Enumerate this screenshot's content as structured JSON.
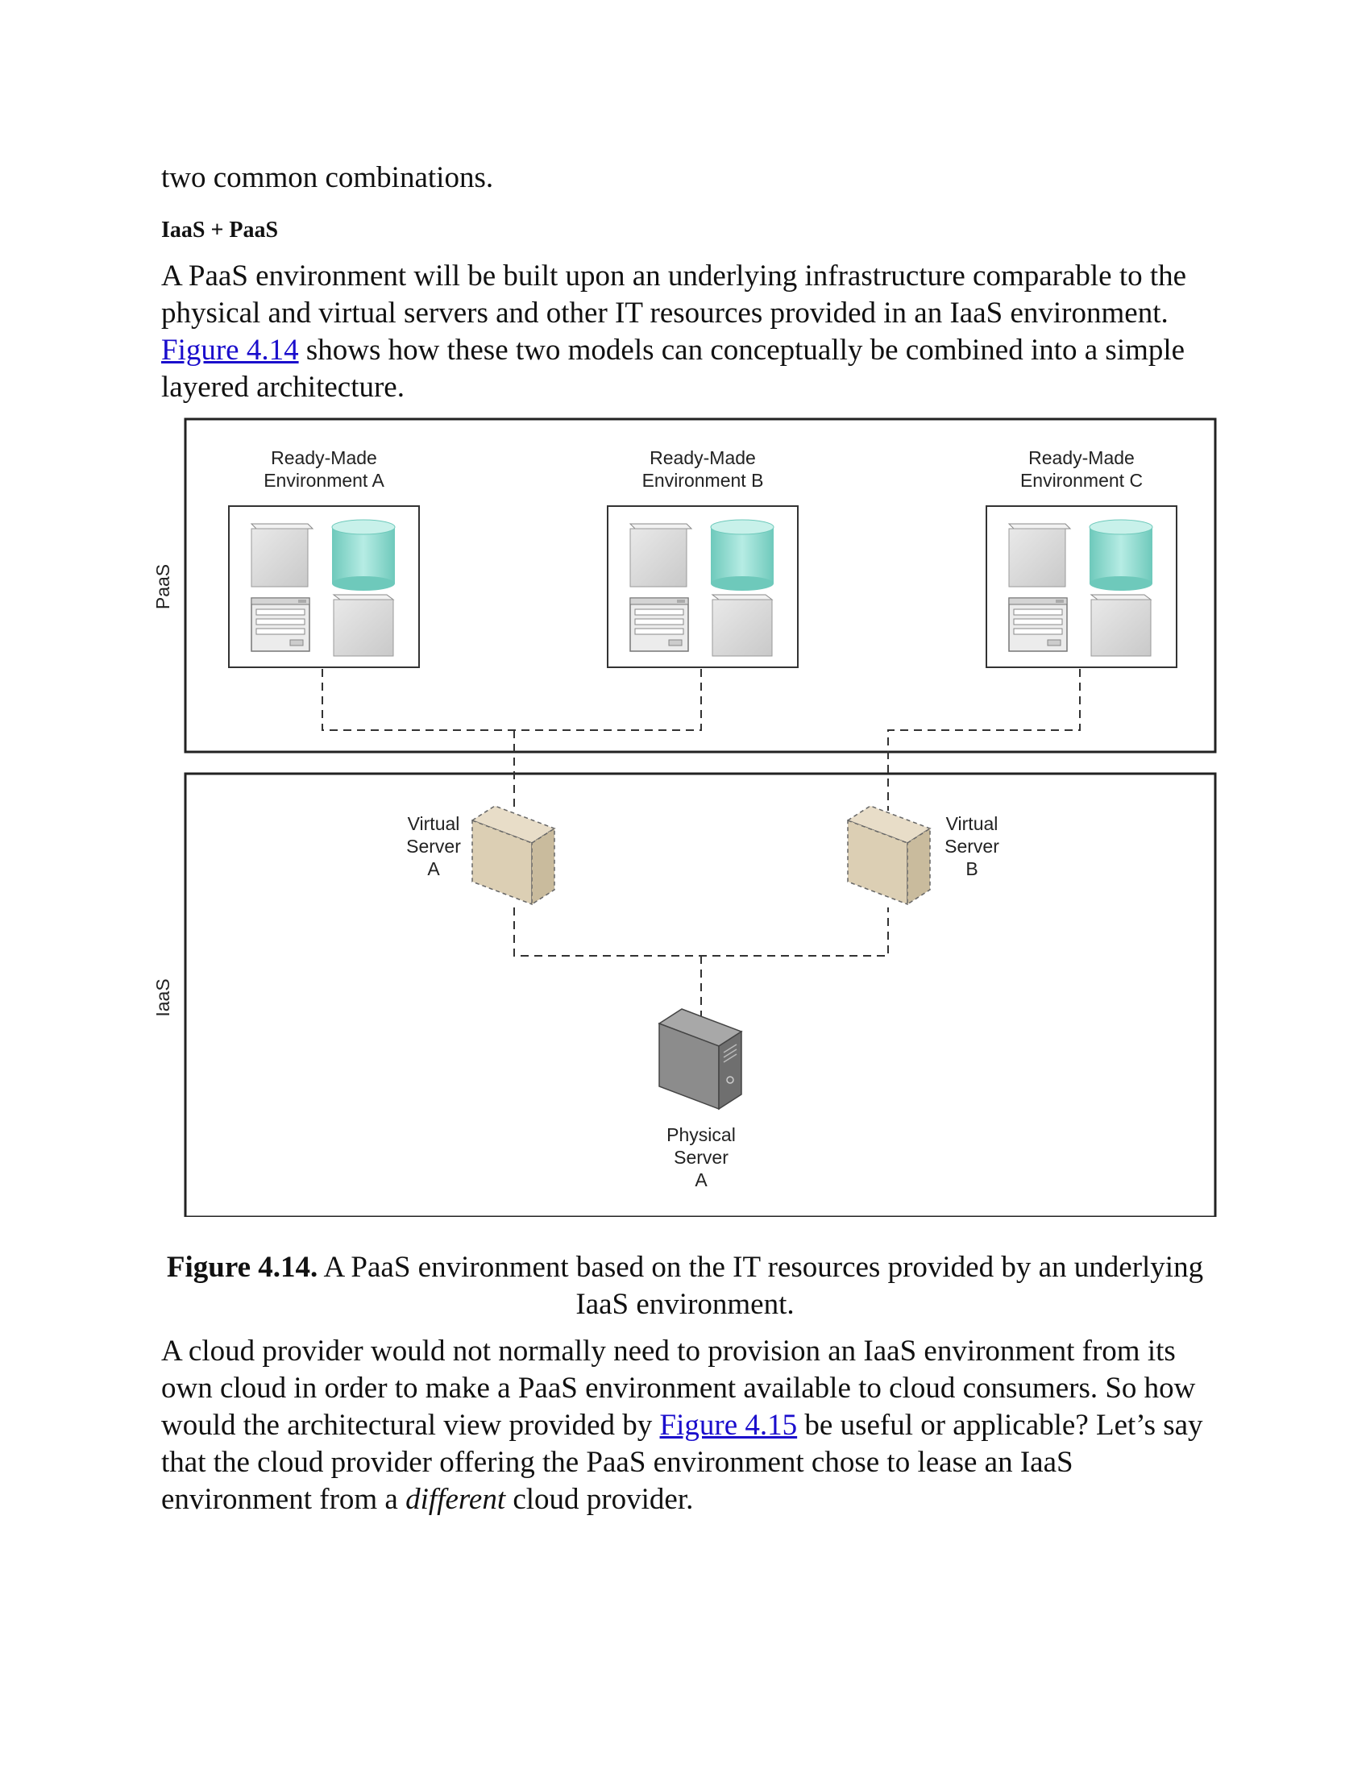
{
  "intro_text": "two common combinations.",
  "heading": "IaaS + PaaS",
  "paragraph1": {
    "before": "A PaaS environment will be built upon an underlying infrastructure comparable to the physical and virtual servers and other IT resources provided in an IaaS environment. ",
    "link": "Figure 4.14",
    "after": " shows how these two models can conceptually be combined into a simple layered architecture."
  },
  "figure": {
    "paas_label": "PaaS",
    "iaas_label": "IaaS",
    "environments": [
      {
        "line1": "Ready-Made",
        "line2": "Environment A"
      },
      {
        "line1": "Ready-Made",
        "line2": "Environment B"
      },
      {
        "line1": "Ready-Made",
        "line2": "Environment C"
      }
    ],
    "virtual_servers": [
      {
        "line1": "Virtual",
        "line2": "Server",
        "line3": "A"
      },
      {
        "line1": "Virtual",
        "line2": "Server",
        "line3": "B"
      }
    ],
    "physical_server": {
      "line1": "Physical",
      "line2": "Server",
      "line3": "A"
    },
    "colors": {
      "database": "#8fd8cc",
      "virtual_server": "#dccfb4",
      "physical_server": "#8c8c8c",
      "link": "#1a0dcc"
    }
  },
  "caption": {
    "label": "Figure 4.14.",
    "text": " A PaaS environment based on the IT resources provided by an underlying IaaS environment."
  },
  "paragraph2": {
    "before": "A cloud provider would not normally need to provision an IaaS environment from its own cloud in order to make a PaaS environment available to cloud consumers. So how would the architectural view provided by ",
    "link": "Figure 4.15",
    "middle": " be useful or applicable? Let’s say that the cloud provider offering the PaaS environment chose to lease an IaaS environment from a ",
    "emphasis": "different",
    "after": " cloud provider."
  }
}
